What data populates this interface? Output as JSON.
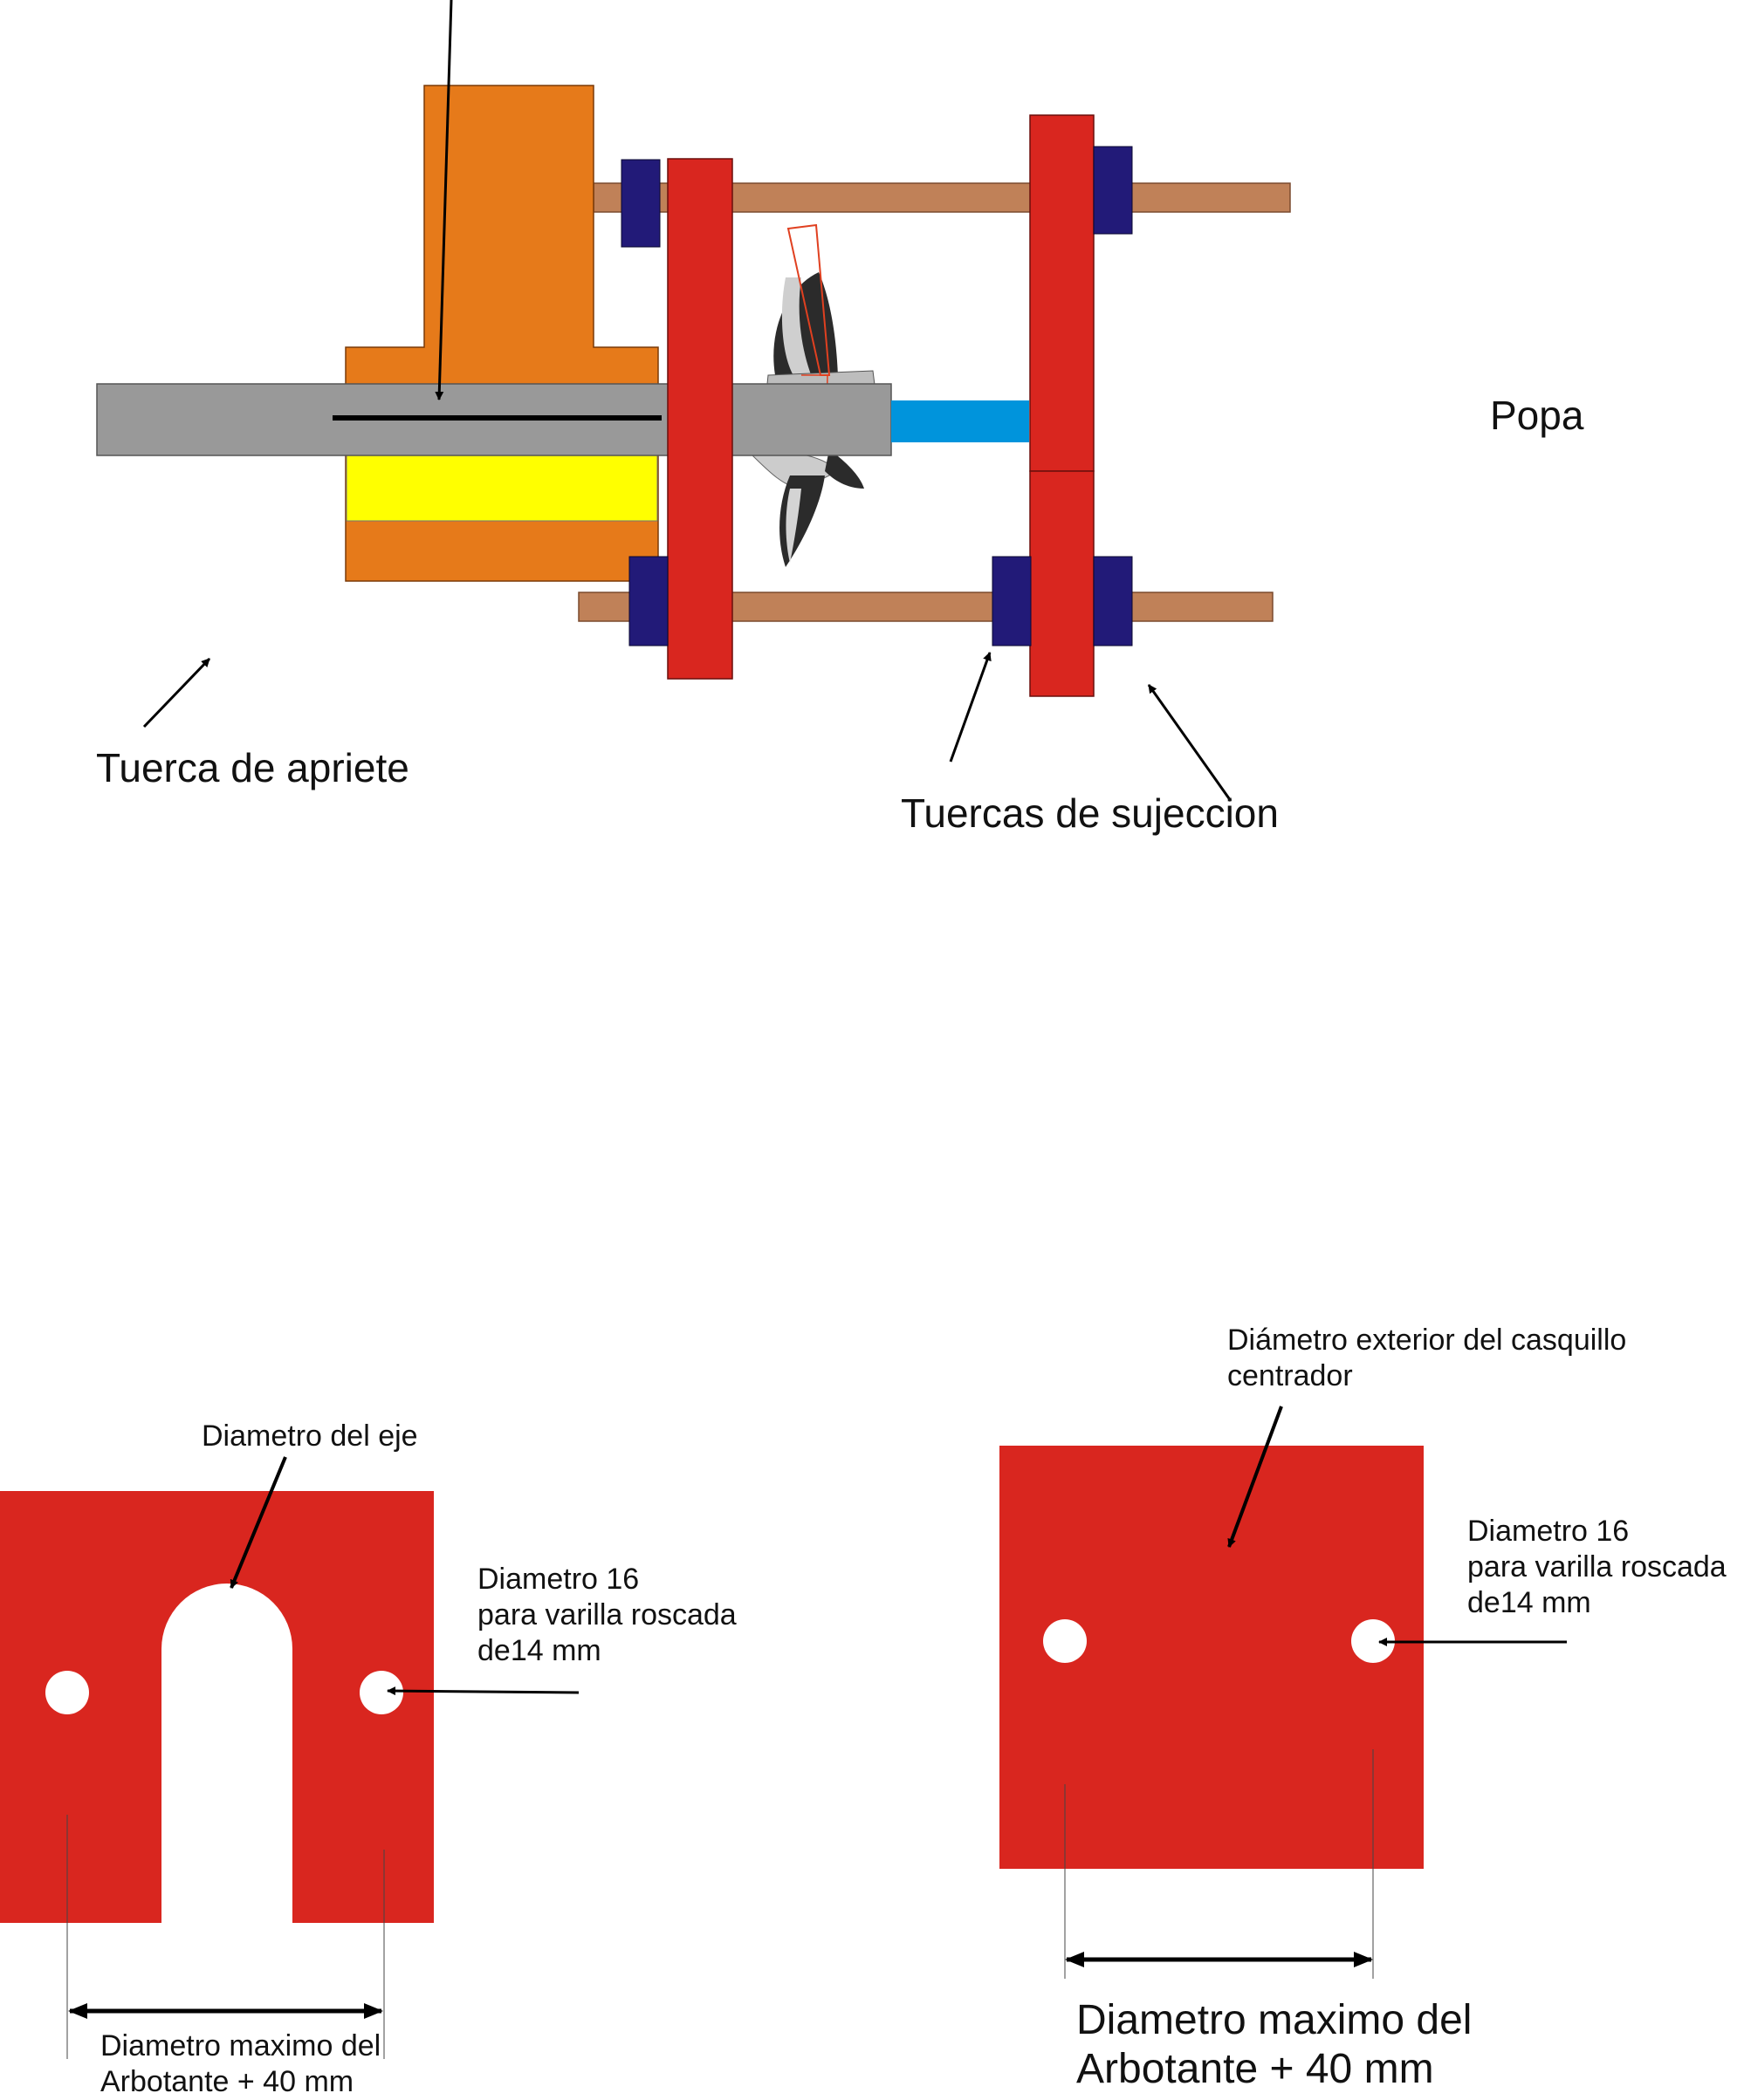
{
  "labels": {
    "popa": "Popa",
    "tuerca_apriete": "Tuerca de apriete",
    "tuercas_sujeccion": "Tuercas de sujeccion",
    "diametro_eje": "Diametro del eje",
    "diametro16_left": "Diametro 16\npara varilla roscada\n de14 mm",
    "diametro_maximo_left": "Diametro maximo del\nArbotante + 40 mm",
    "diametro_exterior_casquillo": "Diámetro exterior del casquillo\ncentrador",
    "diametro16_right": "Diametro 16\npara varilla roscada\n de14 mm",
    "diametro_maximo_right": "Diametro maximo del\nArbotante + 40 mm"
  },
  "colors": {
    "orange_bracket": "#e67a1a",
    "yellow_bushing": "#ffff00",
    "gray_shaft": "#999999",
    "red_plate": "#d9261f",
    "navy_nut": "#221a78",
    "brown_rod": "#c08158",
    "blue_spacer": "#0094dc",
    "propeller_dark": "#2b2b2b",
    "propeller_light": "#c8c8c8",
    "line": "#000000"
  },
  "icons": {
    "propeller": "propeller-icon"
  }
}
